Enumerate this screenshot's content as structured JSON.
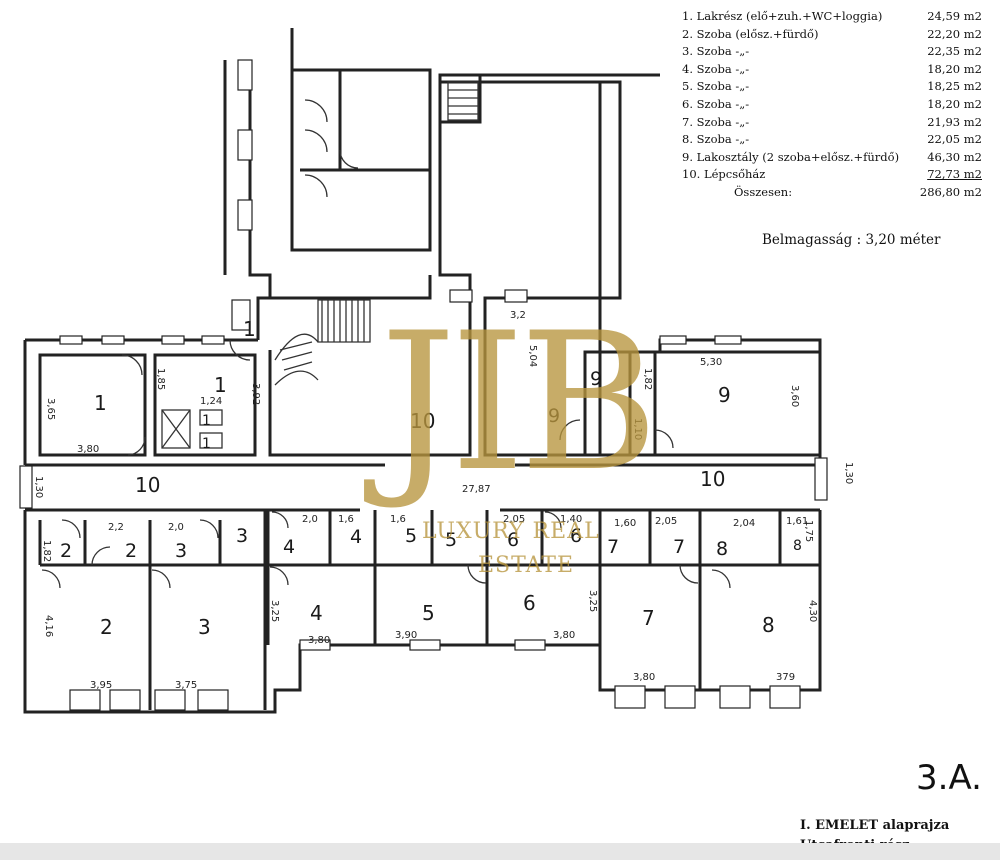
{
  "legend": [
    {
      "no": "1.",
      "name": "Lakrész (elő+zuh.+WC+loggia)",
      "area": "24,59 m2"
    },
    {
      "no": "2.",
      "name": "Szoba (elősz.+fürdő)",
      "area": "22,20 m2"
    },
    {
      "no": "3.",
      "name": "Szoba    -„-",
      "area": "22,35 m2"
    },
    {
      "no": "4.",
      "name": "Szoba    -„-",
      "area": "18,20 m2"
    },
    {
      "no": "5.",
      "name": "Szoba    -„-",
      "area": "18,25 m2"
    },
    {
      "no": "6.",
      "name": "Szoba    -„-",
      "area": "18,20 m2"
    },
    {
      "no": "7.",
      "name": "Szoba    -„-",
      "area": "21,93 m2"
    },
    {
      "no": "8.",
      "name": "Szoba    -„-",
      "area": "22,05 m2"
    },
    {
      "no": "9.",
      "name": "Lakosztály (2 szoba+elősz.+fürdő)",
      "area": "46,30 m2"
    },
    {
      "no": "10.",
      "name": "Lépcsőház",
      "area": "72,73 m2"
    }
  ],
  "total": {
    "label": "Összesen:",
    "area": "286,80 m2"
  },
  "height": {
    "label": "Belmagasság",
    "value": ": 3,20 méter"
  },
  "sheet_no": "3.A.",
  "floor_title": "I. EMELET alaprajza",
  "floor_subtitle": "Utcafronti rész",
  "watermark": {
    "letters": "JIB",
    "line1": "LUXURY REAL",
    "line2": "ESTATE",
    "color": "#b8963e"
  },
  "rooms": {
    "r1a": "1",
    "r1b": "1",
    "r1c": "1",
    "r1d": "1",
    "r1e": "1",
    "r2a": "2",
    "r2b": "2",
    "r2c": "2",
    "r3a": "3",
    "r3b": "3",
    "r3c": "3",
    "r4a": "4",
    "r4b": "4",
    "r4c": "4",
    "r5a": "5",
    "r5b": "5",
    "r5c": "5",
    "r6a": "6",
    "r6b": "6",
    "r6c": "6",
    "r7a": "7",
    "r7b": "7",
    "r7c": "7",
    "r8a": "8",
    "r8b": "8",
    "r8c": "8",
    "r9a": "9",
    "r9b": "9",
    "r9c": "9",
    "r10a": "10",
    "r10b": "10",
    "r10c": "10"
  },
  "dims": {
    "d380a": "3,80",
    "d365": "3,65",
    "d185": "1,85",
    "d392": "3,92",
    "d124": "1,24",
    "d130l": "1,30",
    "d130r": "1,30",
    "d2787": "27,87",
    "d182a": "1,82",
    "d22": "2,2",
    "d20a": "2,0",
    "d20b": "2,0",
    "d16a": "1,6",
    "d16b": "1,6",
    "d205a": "2,05",
    "d140": "1,40",
    "d160": "1,60",
    "d205b": "2,05",
    "d204": "2,04",
    "d161": "1,61",
    "d175": "1,75",
    "d416": "4,16",
    "d395": "3,95",
    "d375": "3,75",
    "d325a": "3,25",
    "d380b": "3,80",
    "d390": "3,90",
    "d380c": "3,80",
    "d325b": "3,25",
    "d430": "4,30",
    "d380d": "3,80",
    "d379": "379",
    "d504": "5,04",
    "d182b": "1,82",
    "d110": "1,10",
    "d530": "5,30",
    "d360": "3,60",
    "d32": "3,2"
  }
}
